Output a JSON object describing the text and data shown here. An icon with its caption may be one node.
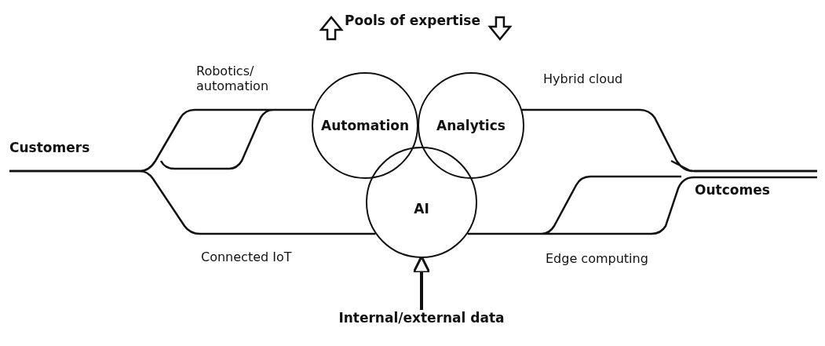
{
  "diagram": {
    "title": "Pools of expertise",
    "nodes": [
      {
        "text": [
          "Customers"
        ]
      },
      {
        "text": [
          "Automation"
        ]
      },
      {
        "text": [
          "Analytics"
        ]
      },
      {
        "text": [
          "AI"
        ]
      },
      {
        "text": [
          "Outcomes"
        ]
      },
      {
        "text": [
          "Internal/external data"
        ]
      }
    ],
    "edges": [
      {
        "from": 0,
        "to": 1,
        "arrow": "none",
        "label": "Robotics/ automation"
      },
      {
        "from": 0,
        "to": 3,
        "arrow": "none",
        "label": "Connected IoT"
      },
      {
        "from": 2,
        "to": 4,
        "arrow": "none",
        "label": "Hybrid cloud"
      },
      {
        "from": 3,
        "to": 4,
        "arrow": "none",
        "label": "Edge computing"
      },
      {
        "from": 5,
        "to": 3,
        "arrow": "to"
      }
    ]
  }
}
